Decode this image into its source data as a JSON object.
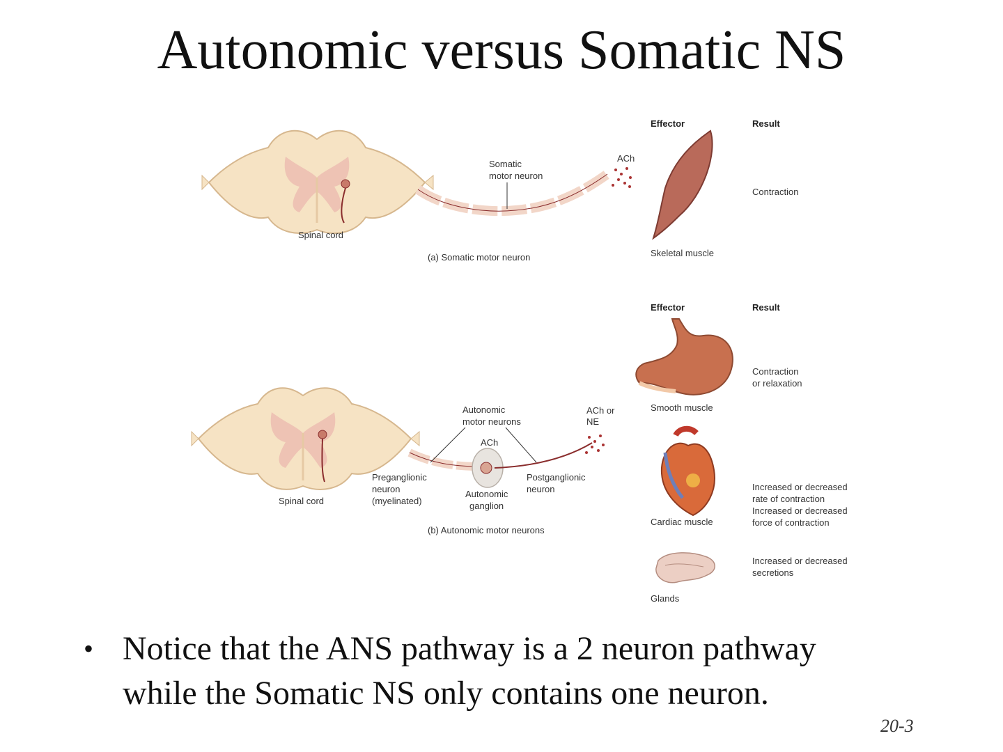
{
  "title": "Autonomic versus Somatic NS",
  "panel_a": {
    "spinal_cord": "Spinal cord",
    "neuron_label_1": "Somatic",
    "neuron_label_2": "motor neuron",
    "ach": "ACh",
    "effector_header": "Effector",
    "result_header": "Result",
    "effector": "Skeletal muscle",
    "result": "Contraction",
    "caption": "(a) Somatic motor neuron"
  },
  "panel_b": {
    "spinal_cord": "Spinal cord",
    "neurons_label_1": "Autonomic",
    "neurons_label_2": "motor neurons",
    "ach_ganglion": "ACh",
    "ach_ne_1": "ACh or",
    "ach_ne_2": "NE",
    "pre_1": "Preganglionic",
    "pre_2": "neuron",
    "pre_3": "(myelinated)",
    "ganglion_1": "Autonomic",
    "ganglion_2": "ganglion",
    "post_1": "Postganglionic",
    "post_2": "neuron",
    "caption": "(b) Autonomic motor neurons",
    "effector_header": "Effector",
    "result_header": "Result",
    "effectors": [
      {
        "name": "Smooth muscle",
        "result": [
          "Contraction",
          "or relaxation"
        ]
      },
      {
        "name": "Cardiac muscle",
        "result": [
          "Increased or decreased",
          "rate of contraction",
          "Increased or decreased",
          "force of contraction"
        ]
      },
      {
        "name": "Glands",
        "result": [
          "Increased or decreased",
          "secretions"
        ]
      }
    ]
  },
  "bullet": {
    "line1": "Notice that the ANS pathway is a 2 neuron pathway",
    "line2": "while the Somatic NS only contains one neuron."
  },
  "slide_number": "20-3",
  "colors": {
    "cord": "#f6e3c4",
    "cord_outline": "#d6b78e",
    "grey_matter": "#eec3b4",
    "neuron": "#f2d6c8",
    "axon": "#8a2d2d",
    "muscle": "#b96a5a"
  }
}
